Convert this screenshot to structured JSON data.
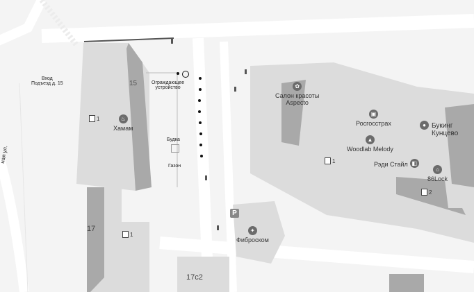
{
  "map": {
    "street_partial": "ная ул.",
    "entrance_note": [
      "Вход",
      "Подъезд д. 15"
    ],
    "buildings": [
      "15",
      "17",
      "17с2"
    ],
    "barrier_label": [
      "Ограждающее",
      "устройство"
    ],
    "booth": "Будка",
    "lawn": "Газон",
    "entrance_num": "1",
    "entrance_num_2": "2",
    "pois": [
      {
        "name": "Хамам",
        "icon": "spa-icon"
      },
      {
        "name": "Салон красоты\nAspecto",
        "icon": "beauty-salon-icon"
      },
      {
        "name": "Росгосстрах",
        "icon": "insurance-icon"
      },
      {
        "name": "Woodlab Melody",
        "icon": "shop-icon"
      },
      {
        "name": "Рэди Стайл",
        "icon": "clothing-icon"
      },
      {
        "name": "86Lock",
        "icon": "locksmith-icon"
      },
      {
        "name": "Букинг\nКунцево",
        "icon": "camera-icon"
      },
      {
        "name": "Фиброском",
        "icon": "shop-icon"
      }
    ],
    "parking": "P"
  }
}
